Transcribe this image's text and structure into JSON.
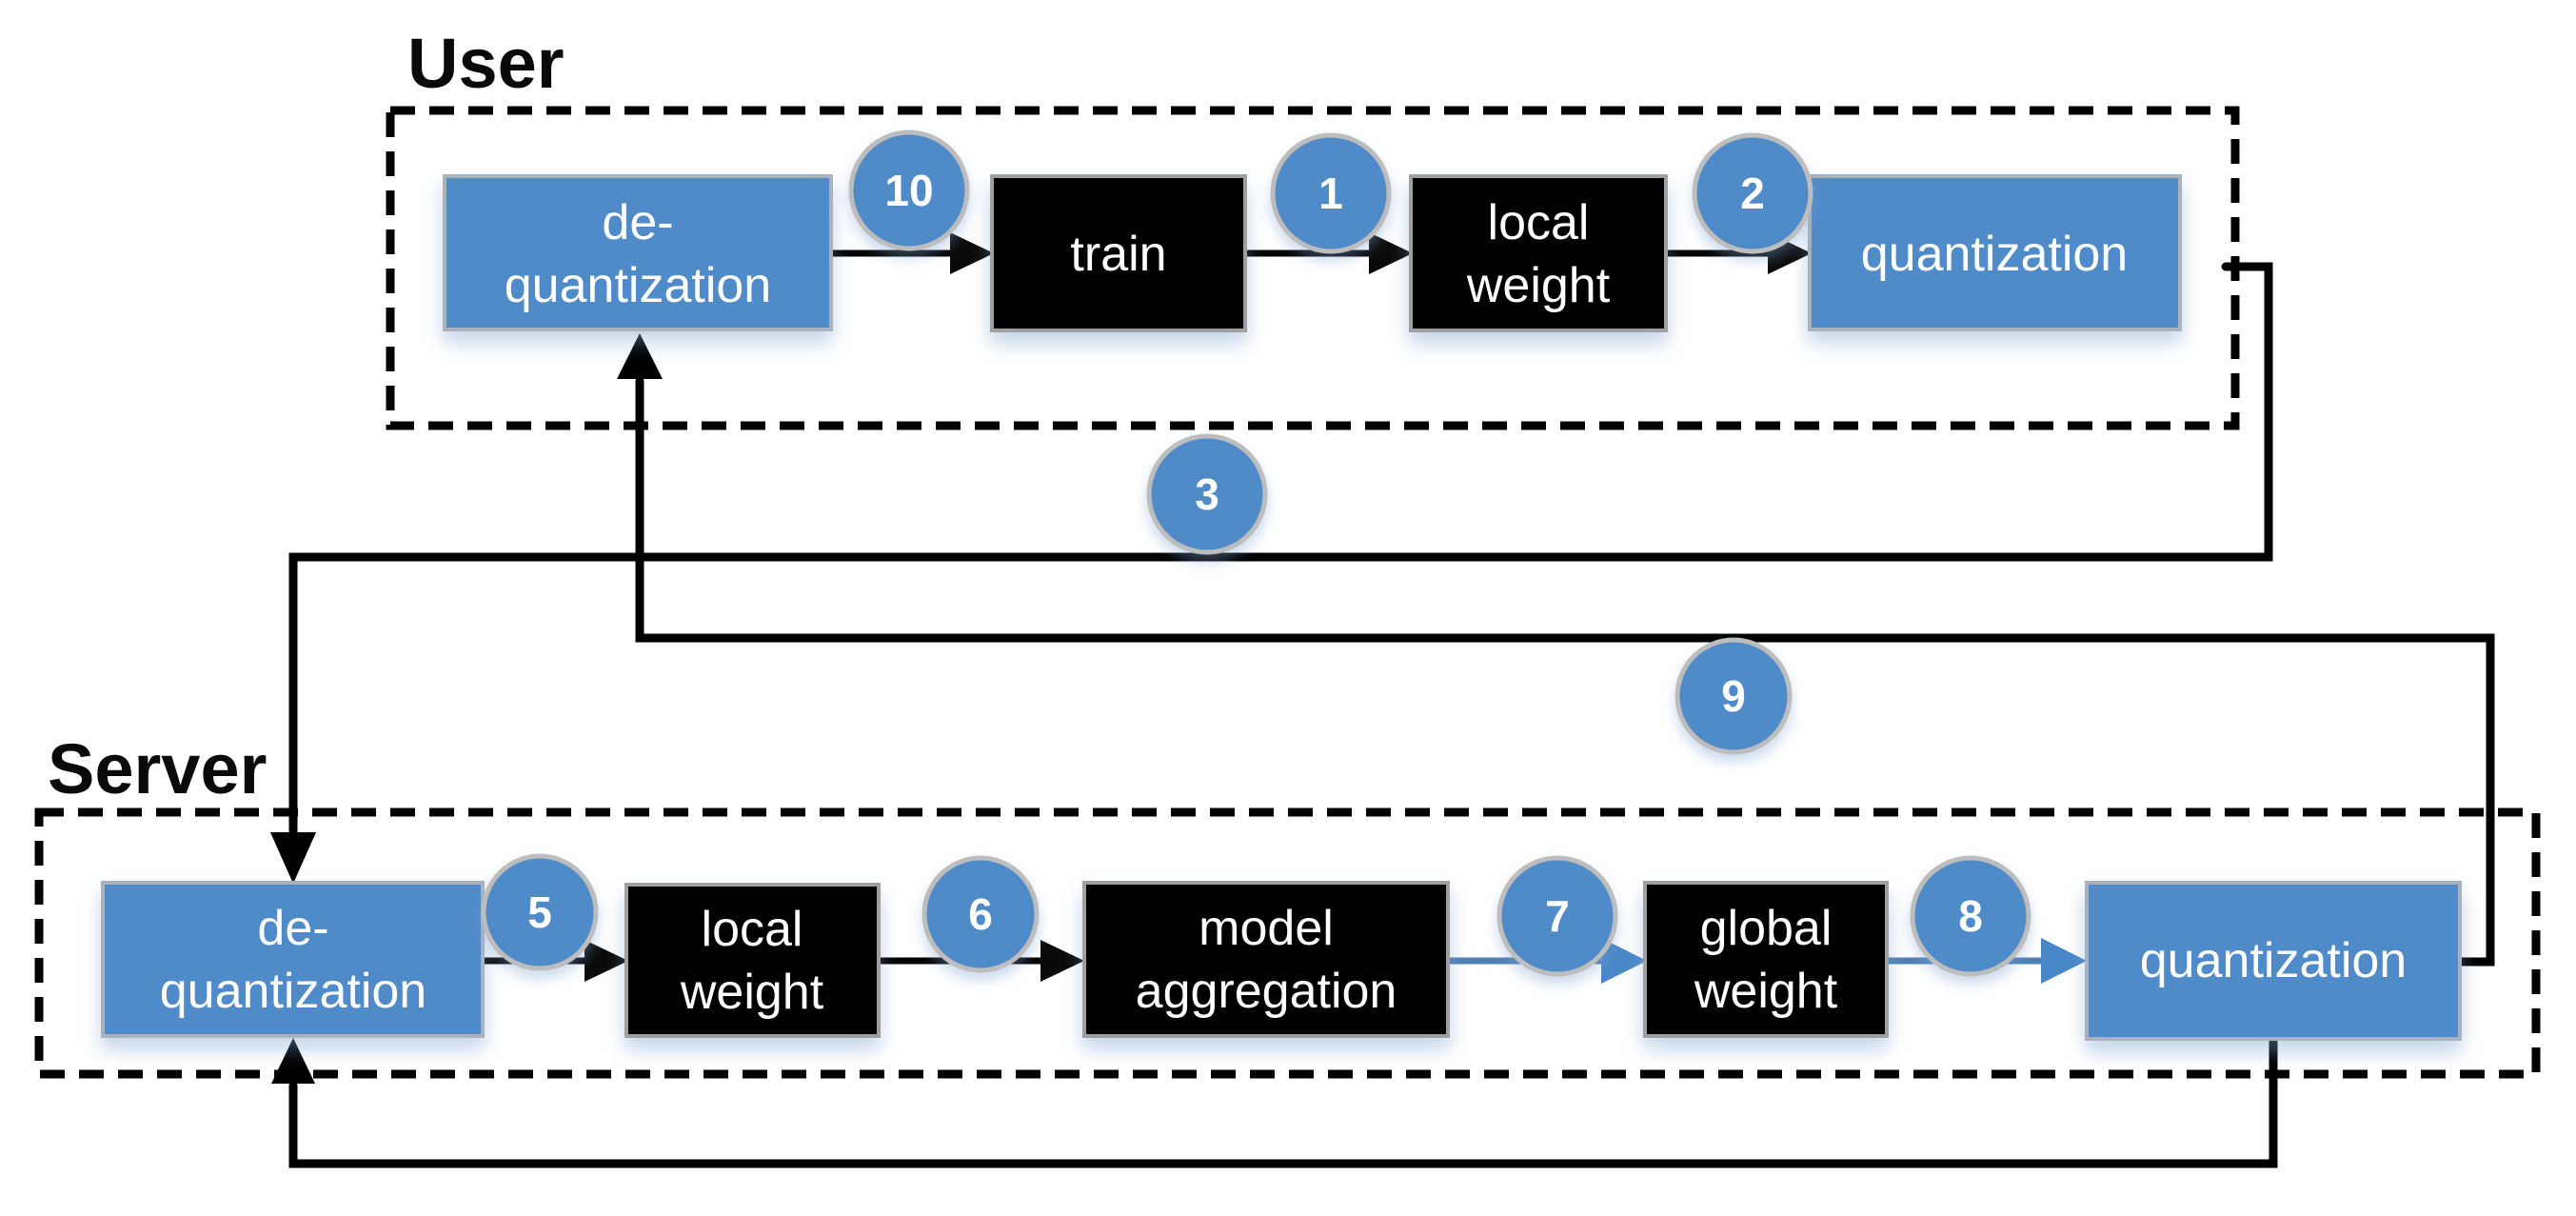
{
  "labels": {
    "user_section": "User",
    "server_section": "Server"
  },
  "user_nodes": {
    "dequantization": {
      "line1": "de-",
      "line2": "quantization"
    },
    "train": {
      "line1": "train"
    },
    "local_weight": {
      "line1": "local",
      "line2": "weight"
    },
    "quantization": {
      "line1": "quantization"
    }
  },
  "server_nodes": {
    "dequantization": {
      "line1": "de-",
      "line2": "quantization"
    },
    "local_weight": {
      "line1": "local",
      "line2": "weight"
    },
    "model_aggregation": {
      "line1": "model",
      "line2": "aggregation"
    },
    "global_weight": {
      "line1": "global",
      "line2": "weight"
    },
    "quantization": {
      "line1": "quantization"
    }
  },
  "step_markers": {
    "s1": "1",
    "s2": "2",
    "s3": "3",
    "s5": "5",
    "s6": "6",
    "s7": "7",
    "s8": "8",
    "s9": "9",
    "s10": "10"
  },
  "colors": {
    "node_blue": "#4f8ac9",
    "node_black": "#030303",
    "node_text": "#ffffff",
    "node_border_gray": "#a9a9a9",
    "flow_arrow_black": "#000000",
    "flow_arrow_blue_shaft": "#4e7fb5",
    "flow_arrow_blue_head": "#4787c8",
    "connector_black": "#000000",
    "step_circle_fill": "#4f8ac9",
    "step_circle_border": "#bdbdbd",
    "boundary_dash": "#000000",
    "background": "#ffffff"
  }
}
